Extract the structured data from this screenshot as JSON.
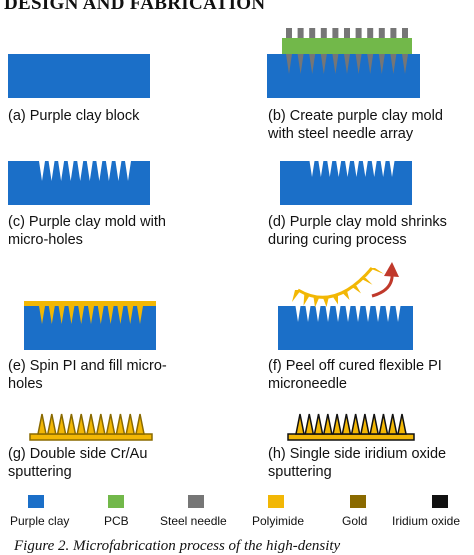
{
  "header": {
    "title": "DESIGN AND FABRICATION"
  },
  "colors": {
    "purple_clay": "#1b6fc8",
    "pcb": "#72b84a",
    "steel_needle": "#767676",
    "polyimide": "#f2b705",
    "gold": "#8a6a00",
    "iridium_oxide": "#111111",
    "arrow": "#c0392b"
  },
  "steps": [
    {
      "lines": [
        "(a) Purple clay block"
      ]
    },
    {
      "lines": [
        "(b) Create purple clay mold",
        "with steel needle array"
      ]
    },
    {
      "lines": [
        "(c) Purple clay mold with",
        "micro-holes"
      ]
    },
    {
      "lines": [
        "(d) Purple clay mold shrinks",
        "during curing process"
      ]
    },
    {
      "lines": [
        "(e) Spin PI and fill micro-",
        "holes"
      ]
    },
    {
      "lines": [
        "(f) Peel off cured flexible PI",
        "microneedle"
      ]
    },
    {
      "lines": [
        "(g) Double side Cr/Au",
        "sputtering"
      ]
    },
    {
      "lines": [
        "(h) Single side iridium oxide",
        "sputtering"
      ]
    }
  ],
  "legend": [
    {
      "label": "Purple clay",
      "color": "#1b6fc8",
      "icon": "swatch-purple-clay"
    },
    {
      "label": "PCB",
      "color": "#72b84a",
      "icon": "swatch-pcb"
    },
    {
      "label": "Steel needle",
      "color": "#767676",
      "icon": "swatch-steel-needle"
    },
    {
      "label": "Polyimide",
      "color": "#f2b705",
      "icon": "swatch-polyimide"
    },
    {
      "label": "Gold",
      "color": "#8a6a00",
      "icon": "swatch-gold"
    },
    {
      "label": "Iridium oxide",
      "color": "#111111",
      "icon": "swatch-iridium-oxide"
    }
  ],
  "figure_caption": {
    "text": "Figure 2. Microfabrication process of the high-density"
  }
}
